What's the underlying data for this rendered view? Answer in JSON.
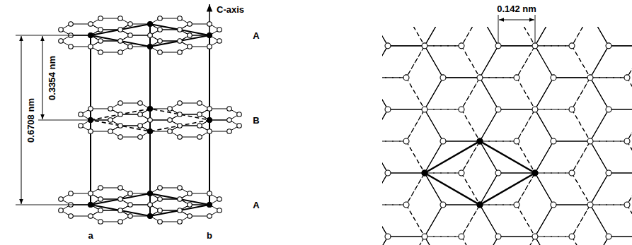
{
  "diagram": {
    "labels": [
      "C-axis",
      "A",
      "0.3354 nm",
      "0.6708 nm",
      "B",
      "A",
      "a",
      "b",
      "0.142 nm"
    ]
  }
}
